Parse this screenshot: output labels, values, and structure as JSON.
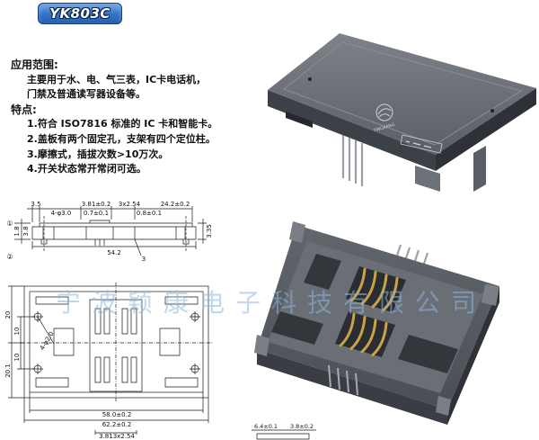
{
  "header": {
    "model": "YK803C"
  },
  "spec": {
    "application_title": "应用范围:",
    "application_lines": [
      "主要用于水、电、气三表，IC卡电话机，",
      "门禁及普通读写器设备等。"
    ],
    "features_title": "特点:",
    "features": [
      "1.符合 ISO7816 标准的 IC 卡和智能卡。",
      "2.盖板有两个固定孔，支架有四个定位柱。",
      "3.摩擦式，插拔次数>10万次。",
      "4.开关状态常开常闭可选。"
    ]
  },
  "product": {
    "brand": "YINGKANG"
  },
  "watermark": "宁波颖康电子科技有限公司",
  "dims": {
    "side": [
      "3.5",
      "4-φ3.0",
      "3.81±0.2",
      "0.7±0.1",
      "3x2.54",
      "0.8±0.1",
      "24.2±0.2",
      "1.8",
      "3.8",
      "3.35",
      "54.2",
      "3",
      "①",
      "②"
    ],
    "top": [
      "20",
      "10",
      "10",
      "20.1",
      "4-φ2.0",
      "58.0±0.2",
      "62.2±0.2",
      "3.813x2.54"
    ],
    "detail": [
      "6.4±0.1",
      "3.8±0.2"
    ]
  },
  "colors": {
    "badge": "#2460b4",
    "housing": "#55595f",
    "contact": "#c9a24a",
    "watermark": "#8db6df"
  }
}
